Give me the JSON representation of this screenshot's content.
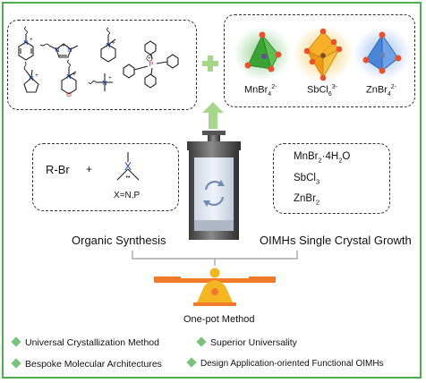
{
  "cations_box": {
    "cation_charges": [
      "+",
      "+",
      "+",
      "+",
      "+",
      "+",
      "+"
    ],
    "nitrogen_labels": [
      "N",
      "N",
      "N",
      "N",
      "N",
      "N"
    ],
    "heteroatom_labels": [
      "N",
      "O",
      "N"
    ],
    "phosphorus_label": "P"
  },
  "anions_box": {
    "anions": [
      {
        "base": "MnBr",
        "sub": "4",
        "sup": "2-"
      },
      {
        "base": "SbCl",
        "sub": "6",
        "sup": "3-"
      },
      {
        "base": "ZnBr",
        "sub": "4",
        "sup": "2-"
      }
    ]
  },
  "organic_box": {
    "reagent": "R-Br",
    "plus": "+",
    "center_atom": "X",
    "lone_pair": "••",
    "condition": "X=N,P"
  },
  "inorganic_box": {
    "salts": [
      {
        "base": "MnBr",
        "sub": "2",
        "rest": "·4H",
        "sub2": "2",
        "tail": "O"
      },
      {
        "base": "SbCl",
        "sub": "3",
        "rest": "",
        "sub2": "",
        "tail": ""
      },
      {
        "base": "ZnBr",
        "sub": "2",
        "rest": "",
        "sub2": "",
        "tail": ""
      }
    ]
  },
  "labels": {
    "organic_synthesis": "Organic Synthesis",
    "crystal_growth": "OIMHs Single Crystal Growth",
    "one_pot": "One-pot Method"
  },
  "features": [
    "Universal Crystallization Method",
    "Superior Universality",
    "Bespoke Molecular Architectures",
    "Design Application-oriented Functional OIMHs"
  ],
  "colors": {
    "frame": "#4fae4f",
    "plus_arrow": "#a6d68a",
    "mn_green": "#3aa335",
    "sb_orange": "#f4a21a",
    "zn_blue": "#4a86d8",
    "halide_red": "#e8522e",
    "seesaw_orange": "#f07a2a",
    "seesaw_yellow": "#f4b522",
    "oxygen_red": "#e03a2a"
  }
}
